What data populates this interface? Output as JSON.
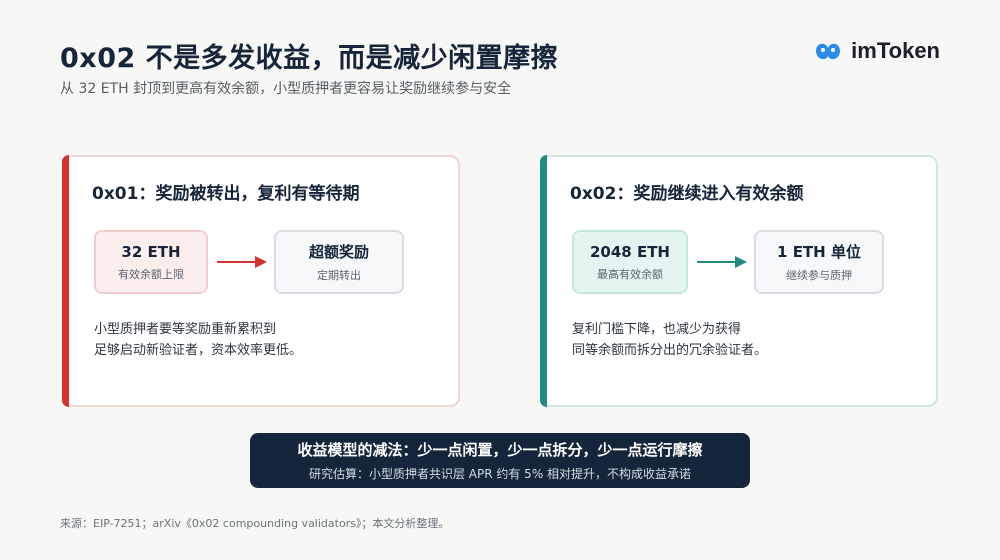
{
  "header": {
    "title": "0x02 不是多发收益，而是减少闲置摩擦",
    "subtitle": "从 32 ETH 封顶到更高有效余额，小型质押者更容易让奖励继续参与安全",
    "brand": "imToken"
  },
  "cards": [
    {
      "title": "0x01：奖励被转出，复利有等待期",
      "box1_main": "32 ETH",
      "box1_sub": "有效余额上限",
      "box2_main": "超额奖励",
      "box2_sub": "定期转出",
      "desc_line1": "小型质押者要等奖励重新累积到",
      "desc_line2": "足够启动新验证者，资本效率更低。",
      "accent": "#d63131"
    },
    {
      "title": "0x02：奖励继续进入有效余额",
      "box1_main": "2048 ETH",
      "box1_sub": "最高有效余额",
      "box2_main": "1 ETH 单位",
      "box2_sub": "继续参与质押",
      "desc_line1": "复利门槛下降，也减少为获得",
      "desc_line2": "同等余额而拆分出的冗余验证者。",
      "accent": "#1e8c7e"
    }
  ],
  "banner": {
    "title": "收益模型的减法：少一点闲置，少一点拆分，少一点运行摩擦",
    "sub": "研究估算：小型质押者共识层 APR 约有 5% 相对提升，不构成收益承诺"
  },
  "footer": "来源：EIP-7251；arXiv《0x02 compounding validators》；本文分析整理。"
}
